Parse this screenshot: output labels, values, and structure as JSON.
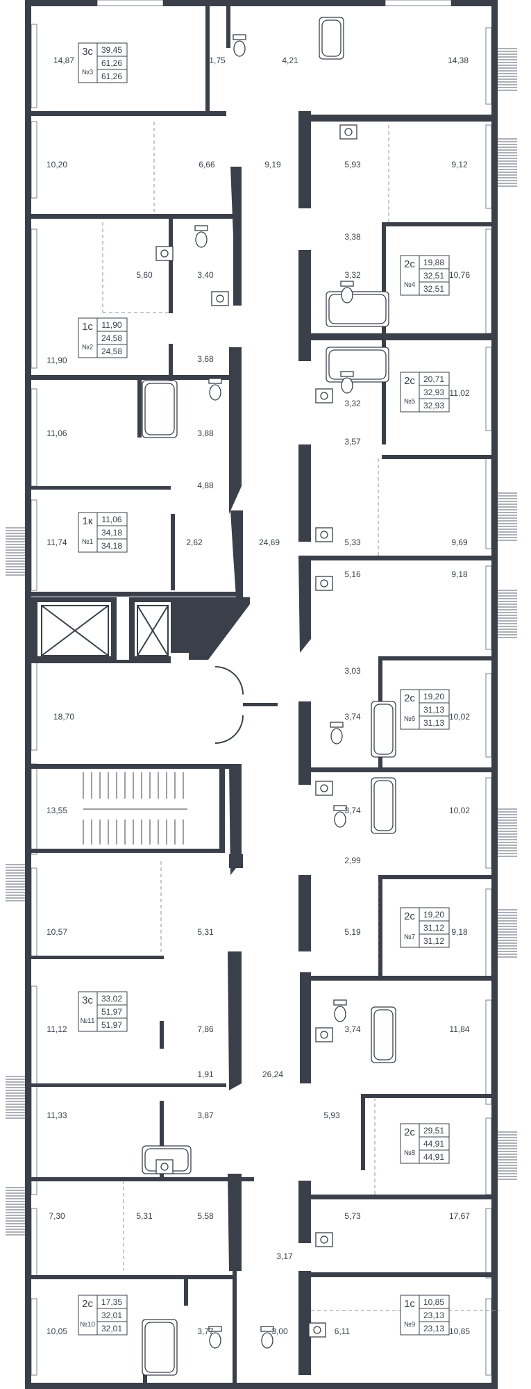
{
  "rooms": {
    "r1487": "14,87",
    "r175": "1,75",
    "r421": "4,21",
    "r1438": "14,38",
    "r1020": "10,20",
    "r666": "6,66",
    "r919": "9,19",
    "r593a": "5,93",
    "r912": "9,12",
    "r338": "3,38",
    "r560": "5,60",
    "r340": "3,40",
    "r332a": "3,32",
    "r1076": "10,76",
    "r1190": "11,90",
    "r368": "3,68",
    "r1102": "11,02",
    "r1106": "11,06",
    "r388": "3,88",
    "r332b": "3,32",
    "r357": "3,57",
    "r488": "4,88",
    "r1174": "11,74",
    "r262": "2,62",
    "r2469": "24,69",
    "r533": "5,33",
    "r969": "9,69",
    "r516": "5,16",
    "r918a": "9,18",
    "r303": "3,03",
    "r1870": "18,70",
    "r374a": "3,74",
    "r1002a": "10,02",
    "r1355": "13,55",
    "r374b": "3,74",
    "r1002b": "10,02",
    "r299": "2,99",
    "r1057": "10,57",
    "r531a": "5,31",
    "r519": "5,19",
    "r918b": "9,18",
    "r1112": "11,12",
    "r786": "7,86",
    "r374c": "3,74",
    "r1184": "11,84",
    "r191": "1,91",
    "r2624": "26,24",
    "r1133": "11,33",
    "r387": "3,87",
    "r593b": "5,93",
    "r730": "7,30",
    "r531b": "5,31",
    "r558": "5,58",
    "r573": "5,73",
    "r1767": "17,67",
    "r317": "3,17",
    "r1005": "10,05",
    "r377": "3,77",
    "r300": "3,00",
    "r611": "6,11",
    "r1085": "10,85"
  },
  "apartments": [
    {
      "type": "3с",
      "no": "№3",
      "living": "39,45",
      "total": "61,26",
      "total2": "61,26"
    },
    {
      "type": "1с",
      "no": "№2",
      "living": "11,90",
      "total": "24,58",
      "total2": "24,58"
    },
    {
      "type": "1к",
      "no": "№1",
      "living": "11,06",
      "total": "34,18",
      "total2": "34,18"
    },
    {
      "type": "2с",
      "no": "№4",
      "living": "19,88",
      "total": "32,51",
      "total2": "32,51"
    },
    {
      "type": "2с",
      "no": "№5",
      "living": "20,71",
      "total": "32,93",
      "total2": "32,93"
    },
    {
      "type": "2с",
      "no": "№6",
      "living": "19,20",
      "total": "31,13",
      "total2": "31,13"
    },
    {
      "type": "2с",
      "no": "№7",
      "living": "19,20",
      "total": "31,12",
      "total2": "31,12"
    },
    {
      "type": "3с",
      "no": "№11",
      "living": "33,02",
      "total": "51,97",
      "total2": "51,97"
    },
    {
      "type": "2с",
      "no": "№8",
      "living": "29,51",
      "total": "44,91",
      "total2": "44,91"
    },
    {
      "type": "2с",
      "no": "№10",
      "living": "17,35",
      "total": "32,01",
      "total2": "32,01"
    },
    {
      "type": "1с",
      "no": "№9",
      "living": "10,85",
      "total": "23,13",
      "total2": "23,13"
    }
  ]
}
